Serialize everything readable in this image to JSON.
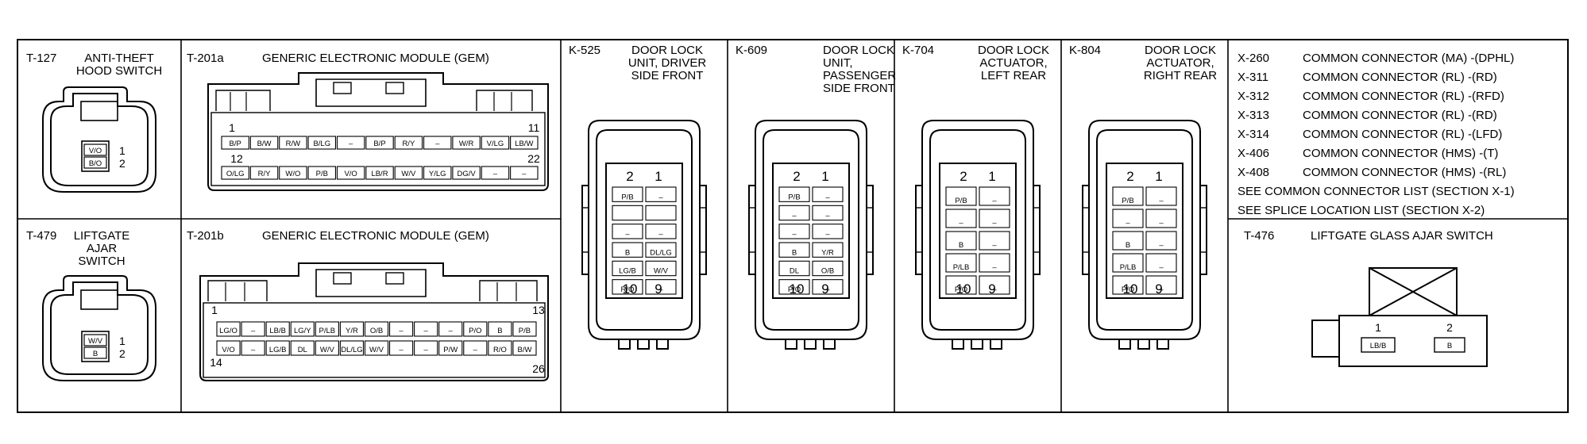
{
  "t127": {
    "code": "T-127",
    "title": [
      "ANTI-THEFT",
      "HOOD SWITCH"
    ],
    "cells": [
      "V/O",
      "B/O"
    ],
    "nums": [
      "1",
      "2"
    ]
  },
  "t479": {
    "code": "T-479",
    "title": [
      "LIFTGATE",
      "AJAR",
      "SWITCH"
    ],
    "cells": [
      "W/V",
      "B"
    ],
    "nums": [
      "1",
      "2"
    ]
  },
  "t201a": {
    "code": "T-201a",
    "title": "GENERIC ELECTRONIC MODULE (GEM)",
    "pin_first": "1",
    "pin_last": "11",
    "pin_row2_first": "12",
    "pin_row2_last": "22",
    "row1": [
      "B/P",
      "B/W",
      "R/W",
      "B/LG",
      "–",
      "B/P",
      "R/Y",
      "–",
      "W/R",
      "V/LG",
      "LB/W"
    ],
    "row2": [
      "O/LG",
      "R/Y",
      "W/O",
      "P/B",
      "V/O",
      "LB/R",
      "W/V",
      "Y/LG",
      "DG/V",
      "–",
      "–"
    ]
  },
  "t201b": {
    "code": "T-201b",
    "title": "GENERIC ELECTRONIC MODULE (GEM)",
    "pin_first": "1",
    "pin_last": "13",
    "pin_row2_first": "14",
    "pin_row2_last": "26",
    "row1": [
      "LG/O",
      "–",
      "LB/B",
      "LG/Y",
      "P/LB",
      "Y/R",
      "O/B",
      "–",
      "–",
      "–",
      "P/O",
      "B",
      "P/B"
    ],
    "row2": [
      "V/O",
      "–",
      "LG/B",
      "DL",
      "W/V",
      "DL/LG",
      "W/V",
      "–",
      "–",
      "P/W",
      "–",
      "R/O",
      "B/W"
    ]
  },
  "k525": {
    "code": "K-525",
    "title": [
      "DOOR LOCK",
      "UNIT, DRIVER",
      "SIDE FRONT"
    ],
    "top": [
      "2",
      "1"
    ],
    "bottom": [
      "10",
      "9"
    ],
    "rows": [
      [
        "P/B",
        "–"
      ],
      [
        "",
        ""
      ],
      [
        "–",
        "–"
      ],
      [
        "B",
        "DL/LG"
      ],
      [
        "LG/B",
        "W/V"
      ],
      [
        "R/O",
        "–"
      ]
    ]
  },
  "k609": {
    "code": "K-609",
    "title": [
      "DOOR LOCK",
      "UNIT,",
      "PASSENGER",
      "SIDE FRONT"
    ],
    "top": [
      "2",
      "1"
    ],
    "bottom": [
      "10",
      "9"
    ],
    "rows": [
      [
        "P/B",
        "–"
      ],
      [
        "–",
        "–"
      ],
      [
        "–",
        "–"
      ],
      [
        "B",
        "Y/R"
      ],
      [
        "DL",
        "O/B"
      ],
      [
        "P/O",
        "–"
      ]
    ]
  },
  "k704": {
    "code": "K-704",
    "title": [
      "DOOR LOCK",
      "ACTUATOR,",
      "LEFT REAR"
    ],
    "top": [
      "2",
      "1"
    ],
    "bottom": [
      "10",
      "9"
    ],
    "rows": [
      [
        "P/B",
        "–"
      ],
      [
        "–",
        "–"
      ],
      [
        "B",
        "–"
      ],
      [
        "P/LB",
        "–"
      ],
      [
        "P/O",
        "–"
      ]
    ]
  },
  "k804": {
    "code": "K-804",
    "title": [
      "DOOR LOCK",
      "ACTUATOR,",
      "RIGHT REAR"
    ],
    "top": [
      "2",
      "1"
    ],
    "bottom": [
      "10",
      "9"
    ],
    "rows": [
      [
        "P/B",
        "–"
      ],
      [
        "–",
        "–"
      ],
      [
        "B",
        "–"
      ],
      [
        "P/LB",
        "–"
      ],
      [
        "P/O",
        "–"
      ]
    ]
  },
  "common": {
    "items": [
      {
        "code": "X-260",
        "text": "COMMON CONNECTOR (MA) -(DPHL)"
      },
      {
        "code": "X-311",
        "text": "COMMON CONNECTOR (RL) -(RD)"
      },
      {
        "code": "X-312",
        "text": "COMMON CONNECTOR (RL) -(RFD)"
      },
      {
        "code": "X-313",
        "text": "COMMON CONNECTOR (RL) -(RD)"
      },
      {
        "code": "X-314",
        "text": "COMMON CONNECTOR (RL) -(LFD)"
      },
      {
        "code": "X-406",
        "text": "COMMON CONNECTOR (HMS) -(T)"
      },
      {
        "code": "X-408",
        "text": "COMMON CONNECTOR (HMS) -(RL)"
      }
    ],
    "notes": [
      "SEE COMMON CONNECTOR LIST (SECTION X-1)",
      "SEE SPLICE LOCATION LIST (SECTION X-2)"
    ]
  },
  "t476": {
    "code": "T-476",
    "title": "LIFTGATE GLASS AJAR SWITCH",
    "nums": [
      "1",
      "2"
    ],
    "cells": [
      "LB/B",
      "B"
    ]
  }
}
